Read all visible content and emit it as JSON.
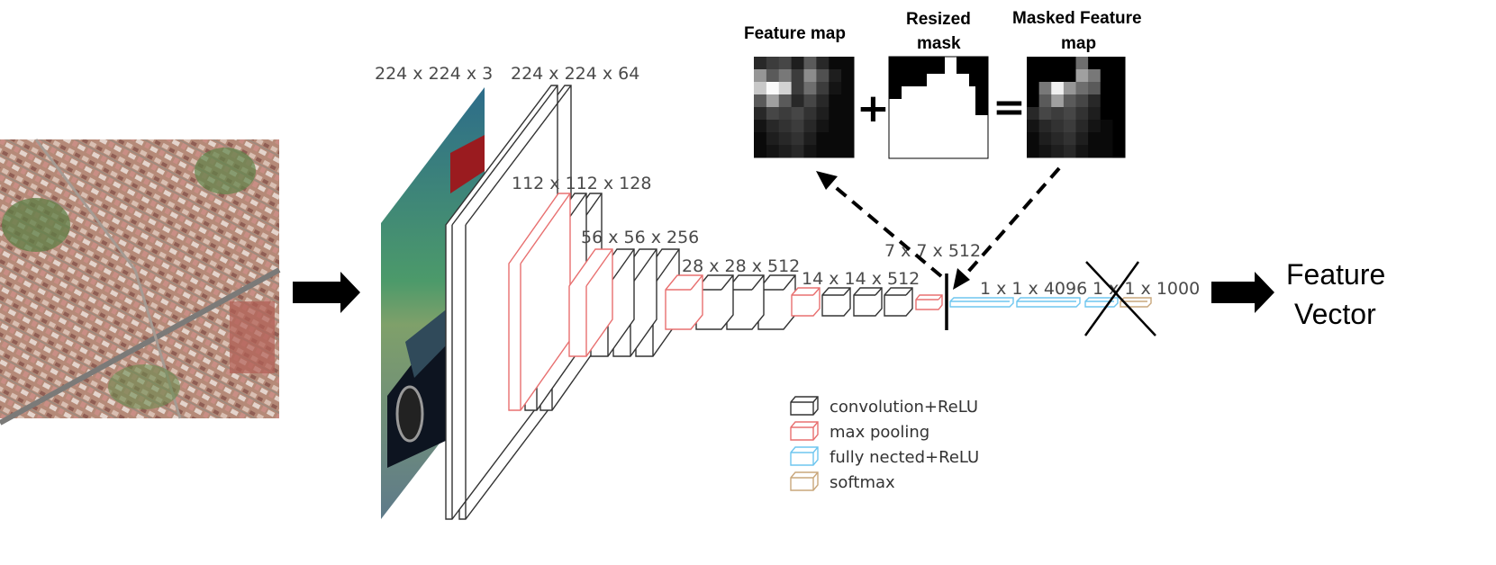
{
  "input_label": "",
  "layer_dims": {
    "input": "224 x 224 x 3",
    "conv1": "224 x 224 x 64",
    "conv2": "112 x 112 x 128",
    "conv3": "56 x 56 x 256",
    "conv4": "28 x 28 x 512",
    "conv5": "14 x 14 x 512",
    "pool5": "7 x 7 x 512",
    "fc": "1 x 1 x 4096",
    "softmax": "1 x 1 x 1000"
  },
  "mask_panel": {
    "feature_map": "Feature  map",
    "resized_mask_line1": "Resized",
    "resized_mask_line2": "mask",
    "masked_line1": "Masked Feature",
    "masked_line2": "map",
    "plus": "+",
    "equals": "="
  },
  "output": {
    "line1": "Feature",
    "line2": "Vector"
  },
  "legend": [
    {
      "label": "convolution+ReLU",
      "color": "#333333"
    },
    {
      "label": "max pooling",
      "color": "#e87070"
    },
    {
      "label": "fully nected+ReLU",
      "color": "#6ec6ef"
    },
    {
      "label": "softmax",
      "color": "#c9a77c"
    }
  ],
  "feature_map_grid": [
    [
      40,
      60,
      70,
      30,
      90,
      40,
      10,
      10
    ],
    [
      150,
      90,
      120,
      60,
      140,
      80,
      30,
      10
    ],
    [
      200,
      250,
      210,
      60,
      110,
      60,
      20,
      10
    ],
    [
      90,
      160,
      90,
      40,
      70,
      40,
      10,
      10
    ],
    [
      40,
      70,
      60,
      70,
      50,
      30,
      10,
      10
    ],
    [
      20,
      40,
      50,
      60,
      40,
      20,
      10,
      10
    ],
    [
      10,
      30,
      40,
      50,
      30,
      10,
      10,
      10
    ],
    [
      10,
      20,
      30,
      40,
      20,
      10,
      10,
      10
    ]
  ],
  "masked_map_grid": [
    [
      0,
      0,
      0,
      0,
      110,
      0,
      0,
      0
    ],
    [
      0,
      0,
      0,
      0,
      160,
      120,
      0,
      0
    ],
    [
      0,
      120,
      240,
      150,
      110,
      90,
      0,
      0
    ],
    [
      0,
      90,
      160,
      90,
      70,
      40,
      0,
      0
    ],
    [
      40,
      70,
      60,
      70,
      50,
      30,
      0,
      0
    ],
    [
      20,
      40,
      50,
      60,
      40,
      20,
      10,
      0
    ],
    [
      10,
      30,
      40,
      50,
      30,
      10,
      10,
      0
    ],
    [
      10,
      20,
      30,
      40,
      20,
      10,
      10,
      0
    ]
  ]
}
